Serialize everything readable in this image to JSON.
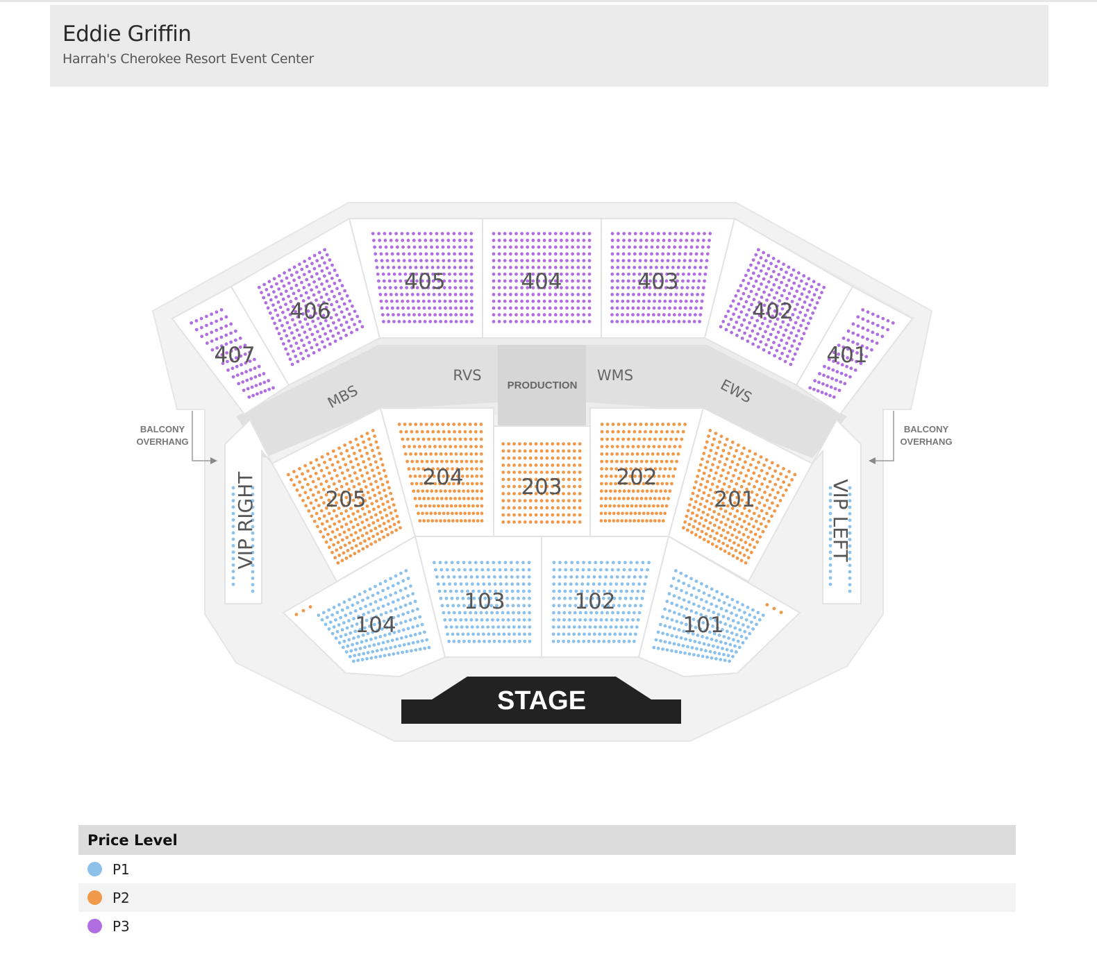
{
  "header": {
    "title": "Eddie Griffin",
    "venue": "Harrah's Cherokee Resort Event Center"
  },
  "colors": {
    "P1": "#8cc1ec",
    "P2": "#f0994a",
    "P3": "#b06ee0",
    "section_fill": "#ffffff",
    "floor": "#f3f3f3",
    "aisle": "#e2e2e2",
    "stage": "#222222"
  },
  "map": {
    "sections": [
      {
        "id": "401",
        "label": "401",
        "price": "P3"
      },
      {
        "id": "402",
        "label": "402",
        "price": "P3"
      },
      {
        "id": "403",
        "label": "403",
        "price": "P3"
      },
      {
        "id": "404",
        "label": "404",
        "price": "P3"
      },
      {
        "id": "405",
        "label": "405",
        "price": "P3"
      },
      {
        "id": "406",
        "label": "406",
        "price": "P3"
      },
      {
        "id": "407",
        "label": "407",
        "price": "P3"
      },
      {
        "id": "201",
        "label": "201",
        "price": "P2"
      },
      {
        "id": "202",
        "label": "202",
        "price": "P2"
      },
      {
        "id": "203",
        "label": "203",
        "price": "P2"
      },
      {
        "id": "204",
        "label": "204",
        "price": "P2"
      },
      {
        "id": "205",
        "label": "205",
        "price": "P2"
      },
      {
        "id": "101",
        "label": "101",
        "price": "P1"
      },
      {
        "id": "102",
        "label": "102",
        "price": "P1"
      },
      {
        "id": "103",
        "label": "103",
        "price": "P1"
      },
      {
        "id": "104",
        "label": "104",
        "price": "P1"
      },
      {
        "id": "vip-right",
        "label": "VIP RIGHT",
        "price": "P1"
      },
      {
        "id": "vip-left",
        "label": "VIP LEFT",
        "price": "P1"
      }
    ],
    "area_labels": {
      "mbs": "MBS",
      "rvs": "RVS",
      "production": "PRODUCTION",
      "wms": "WMS",
      "ews": "EWS",
      "balcony_left_1": "BALCONY",
      "balcony_left_2": "OVERHANG",
      "balcony_right_1": "BALCONY",
      "balcony_right_2": "OVERHANG",
      "stage": "STAGE"
    }
  },
  "legend": {
    "title": "Price Level",
    "items": [
      {
        "label": "P1",
        "color": "#8cc1ec"
      },
      {
        "label": "P2",
        "color": "#f0994a"
      },
      {
        "label": "P3",
        "color": "#b06ee0"
      }
    ]
  }
}
